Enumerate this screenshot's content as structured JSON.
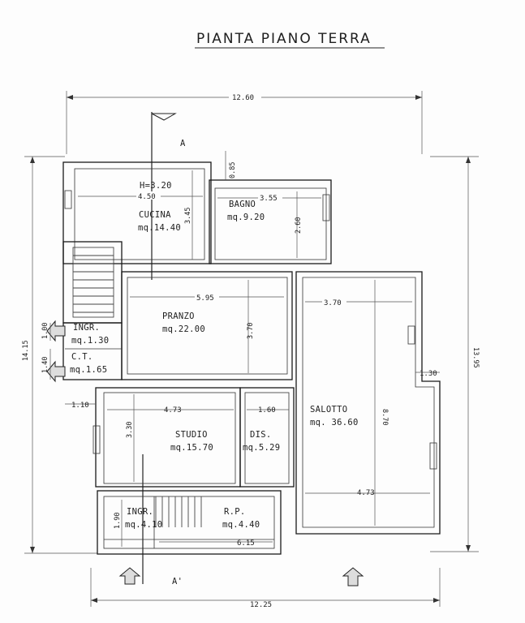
{
  "title": "PIANTA PIANO TERRA",
  "section_marks": {
    "top": "A",
    "bottom": "A'"
  },
  "rooms": {
    "cucina": {
      "name": "CUCINA",
      "area": "mq.14.40",
      "height": "H=3.20"
    },
    "bagno": {
      "name": "BAGNO",
      "area": "mq.9.20"
    },
    "pranzo": {
      "name": "PRANZO",
      "area": "mq.22.00"
    },
    "ingresso_1": {
      "name": "INGR.",
      "area": "mq.1.30"
    },
    "ct": {
      "name": "C.T.",
      "area": "mq.1.65"
    },
    "studio": {
      "name": "STUDIO",
      "area": "mq.15.70"
    },
    "disimpegno": {
      "name": "DIS.",
      "area": "mq.5.29"
    },
    "salotto": {
      "name": "SALOTTO",
      "area": "mq. 36.60"
    },
    "ingresso_2": {
      "name": "INGR.",
      "area": "mq.4.10"
    },
    "rp": {
      "name": "R.P.",
      "area": "mq.4.40"
    }
  },
  "dimensions": {
    "overall_top": "12.60",
    "overall_bottom": "12.25",
    "overall_left": "14.15",
    "overall_right": "13.95",
    "cucina_width": "4.50",
    "cucina_depth": "3.45",
    "bagno_width": "3.55",
    "bagno_depth": "2.60",
    "bagno_offset": "0.85",
    "pranzo_width": "5.95",
    "pranzo_depth": "3.70",
    "salotto_width": "3.70",
    "salotto_depth": "8.70",
    "salotto_step": "1.30",
    "salotto_bottom": "4.73",
    "studio_width": "4.73",
    "studio_depth": "3.30",
    "dis_width": "1.60",
    "ingr_depth": "1.00",
    "ct_depth": "1.40",
    "porch_side": "1.10",
    "ingr2_depth": "1.90",
    "rp_width": "6.15"
  }
}
